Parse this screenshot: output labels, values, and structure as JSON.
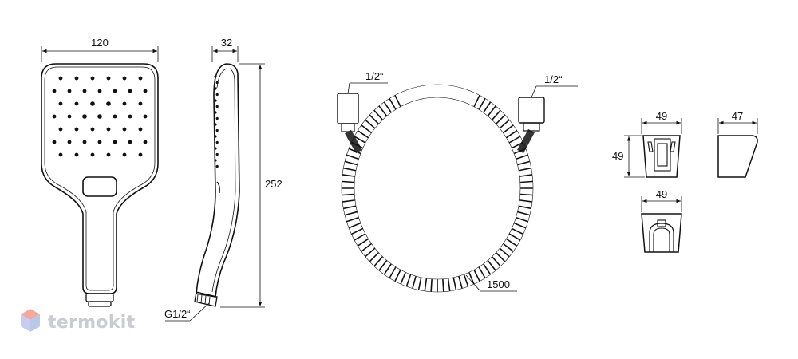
{
  "dimensions": {
    "head_width": "120",
    "side_depth": "32",
    "total_length": "252",
    "thread": "G1/2“",
    "hose_left_thread": "1/2“",
    "hose_right_thread": "1/2“",
    "hose_length": "1500",
    "holder_front_width": "49",
    "holder_height": "49",
    "holder_side_depth": "47",
    "holder_bottom_width": "49"
  },
  "watermark": {
    "brand": "termokit",
    "colors": {
      "top": "#f1a9a0",
      "left": "#c7ccf0",
      "right": "#b9c8e8"
    }
  },
  "colors": {
    "line": "#111111",
    "background": "#ffffff"
  }
}
